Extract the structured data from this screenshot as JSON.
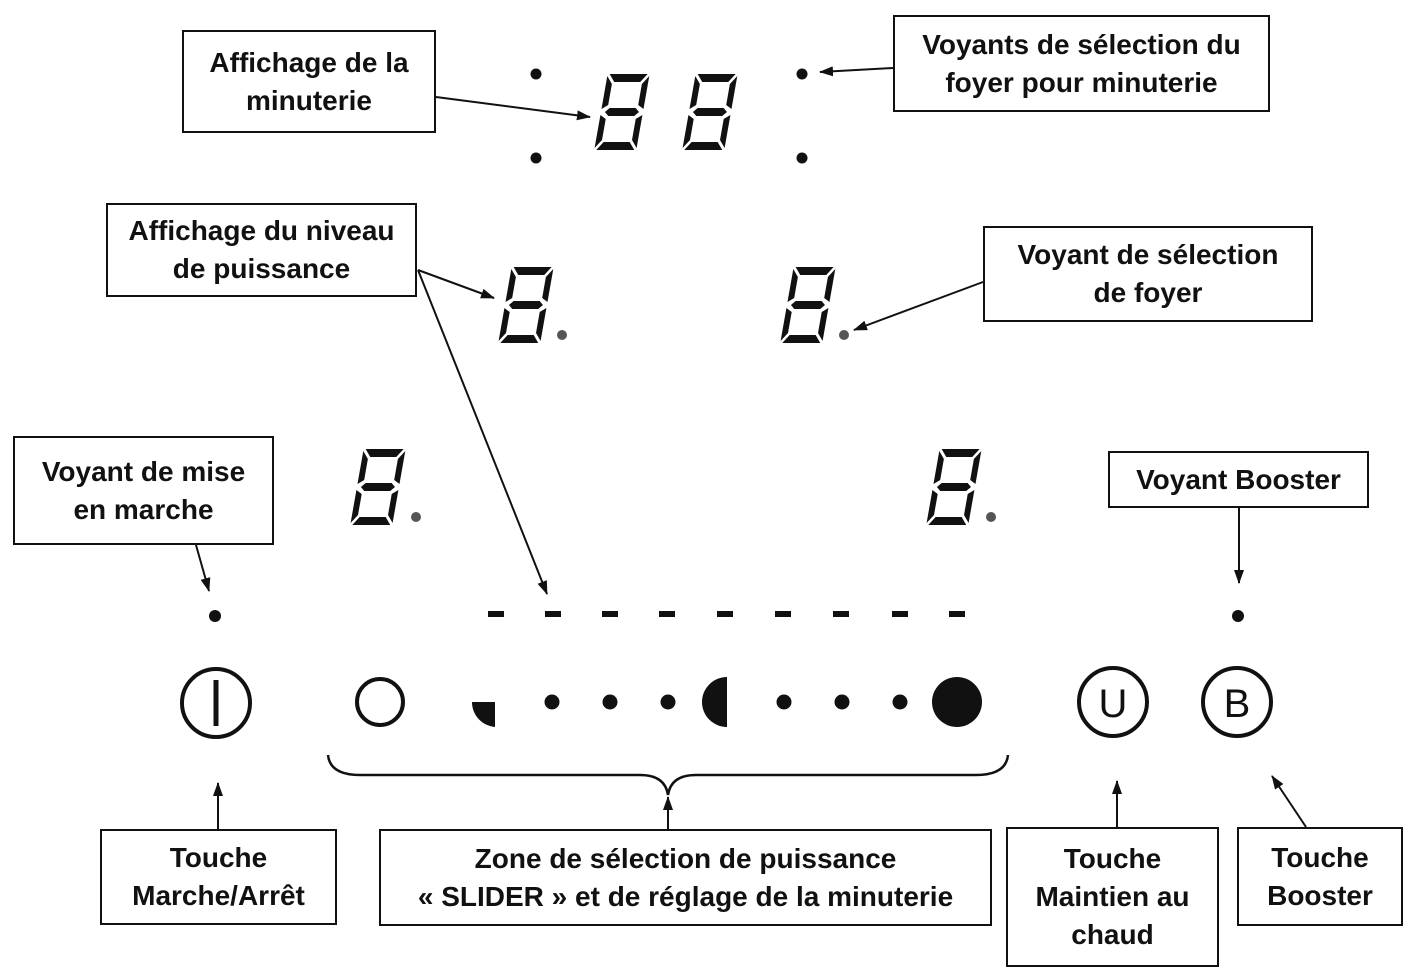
{
  "labels": {
    "timer_display": "Affichage de la\nminuterie",
    "timer_zone_leds": "Voyants de sélection du\nfoyer pour minuterie",
    "power_level_display": "Affichage du niveau\nde puissance",
    "zone_led": "Voyant de sélection\nde foyer",
    "power_on_led": "Voyant de mise\nen marche",
    "booster_led": "Voyant Booster",
    "on_off_key": "Touche\nMarche/Arrêt",
    "slider_zone": "Zone de sélection de puissance\n« SLIDER » et de réglage de la minuterie",
    "keep_warm_key": "Touche\nMaintien au\nchaud",
    "booster_key": "Touche\nBooster"
  },
  "buttons": {
    "keep_warm_symbol": "U",
    "booster_symbol": "B"
  },
  "colors": {
    "ink": "#111111",
    "decimal_point": "#555555",
    "background": "#ffffff"
  }
}
